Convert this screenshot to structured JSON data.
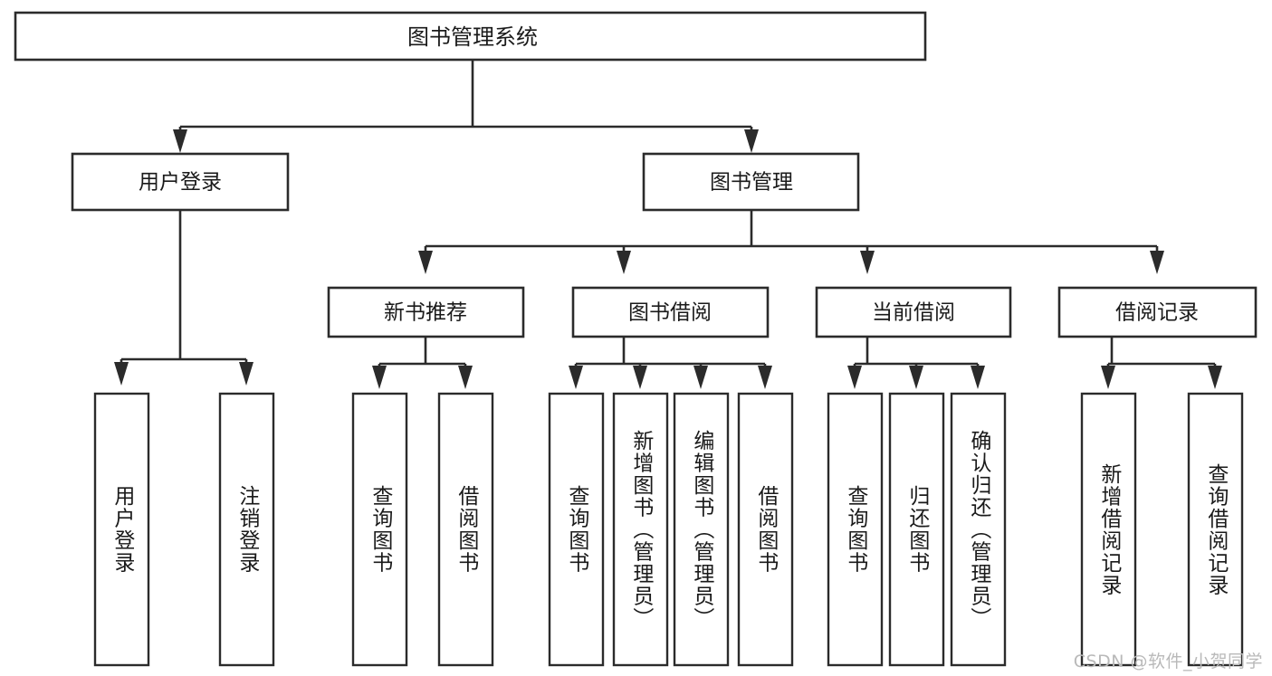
{
  "diagram": {
    "type": "tree",
    "title": "图书管理系统",
    "orientation": "top-down",
    "colors": {
      "background": "#ffffff",
      "box_stroke": "#2b2b2b",
      "box_fill": "#ffffff",
      "text": "#1a1a1a",
      "watermark": "#b9b9b9"
    },
    "root": {
      "label": "图书管理系统"
    },
    "level2": [
      {
        "label": "用户登录"
      },
      {
        "label": "图书管理"
      }
    ],
    "level3": [
      {
        "label": "新书推荐"
      },
      {
        "label": "图书借阅"
      },
      {
        "label": "当前借阅"
      },
      {
        "label": "借阅记录"
      }
    ],
    "leaves": {
      "user_login": [
        {
          "label": "用户登录"
        },
        {
          "label": "注销登录"
        }
      ],
      "new_book_recommend": [
        {
          "label": "查询图书"
        },
        {
          "label": "借阅图书"
        }
      ],
      "book_borrow": [
        {
          "label": "查询图书"
        },
        {
          "label": "新增图书（管理员）"
        },
        {
          "label": "编辑图书（管理员）"
        },
        {
          "label": "借阅图书"
        }
      ],
      "current_borrow": [
        {
          "label": "查询图书"
        },
        {
          "label": "归还图书"
        },
        {
          "label": "确认归还（管理员）"
        }
      ],
      "borrow_record": [
        {
          "label": "新增借阅记录"
        },
        {
          "label": "查询借阅记录"
        }
      ]
    },
    "watermark": "CSDN @软件_小贺同学"
  }
}
